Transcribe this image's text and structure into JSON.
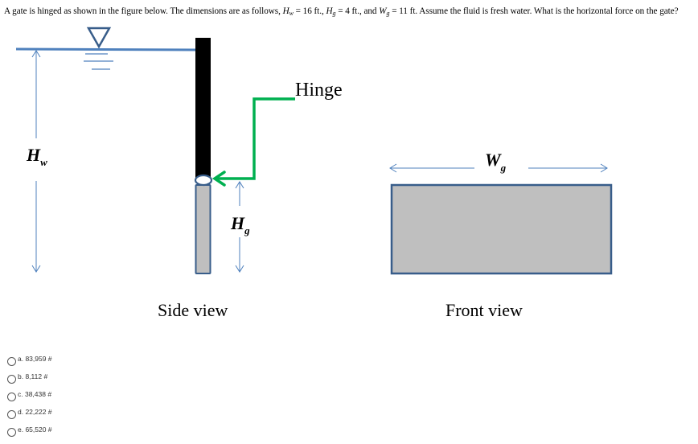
{
  "question": {
    "intro": "A gate is hinged as shown in the figure below.  The dimensions are as follows, ",
    "hw_symbol": "H",
    "hw_sub": "w",
    "hw_value": " = 16 ft., ",
    "hg_symbol": "H",
    "hg_sub": "g",
    "hg_value": " = 4 ft., and ",
    "wg_symbol": "W",
    "wg_sub": "g",
    "wg_value": " = 11 ft. Assume the fluid is fresh water.  What is the horizontal force on the gate?"
  },
  "figure": {
    "side_view_label": "Side view",
    "front_view_label": "Front view",
    "hinge_label": "Hinge",
    "hw_label": "H",
    "hw_label_sub": "w",
    "hg_label": "H",
    "hg_label_sub": "g",
    "wg_label": "W",
    "wg_label_sub": "g",
    "colors": {
      "water_line": "#4F81BD",
      "dimension": "#4F81BD",
      "gate_outline": "#385D8A",
      "gate_fill": "#BFBFBF",
      "wall": "#000000",
      "hinge_arrow": "#00B050"
    }
  },
  "options": [
    {
      "label": "a. 83,959 #"
    },
    {
      "label": "b. 8,112 #"
    },
    {
      "label": "c. 38,438 #"
    },
    {
      "label": "d. 22,222 #"
    },
    {
      "label": "e. 65,520 #"
    }
  ]
}
